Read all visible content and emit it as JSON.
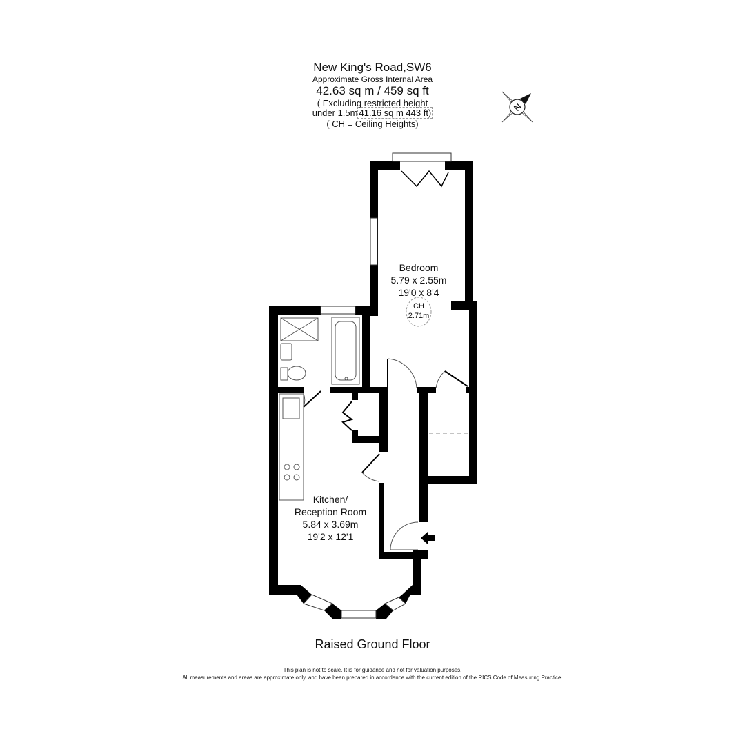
{
  "header": {
    "address": "New King's Road,SW6",
    "area_label": "Approximate Gross Internal Area",
    "total_area": "42.63 sq m / 459 sq ft",
    "restricted_line1": "( Excluding restricted height",
    "restricted_line2_prefix": "under 1.5m",
    "restricted_line2_value": "41.16 sq m 443 ft)",
    "ch_note": "( CH = Ceiling Heights)"
  },
  "compass": {
    "icon": "north-compass-icon",
    "label": "N"
  },
  "rooms": {
    "bedroom": {
      "name": "Bedroom",
      "metric": "5.79 x 2.55m",
      "imperial": "19'0 x 8'4",
      "ch_label": "CH",
      "ch_value": "2.71m"
    },
    "kitchen": {
      "name_line1": "Kitchen/",
      "name_line2": "Reception Room",
      "metric": "5.84 x 3.69m",
      "imperial": "19'2 x 12'1"
    }
  },
  "floor_label": "Raised Ground Floor",
  "disclaimer": {
    "line1": "This plan is not to scale. It is for guidance and not for valuation purposes.",
    "line2": "All measurements and areas are approximate only, and have been prepared in accordance with the current edition of the RICS Code of Measuring Practice."
  }
}
